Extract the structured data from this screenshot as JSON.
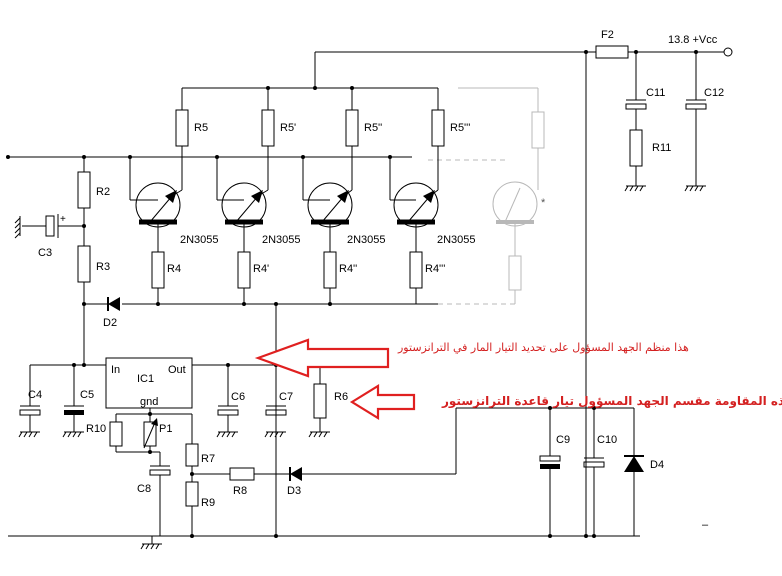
{
  "supply": {
    "label": "13.8 +Vcc",
    "fuse": "F2"
  },
  "transistor_model": "2N3055",
  "transistors": [
    {
      "collector_resistor": "R5",
      "emitter_resistor": "R4",
      "model": "2N3055"
    },
    {
      "collector_resistor": "R5'",
      "emitter_resistor": "R4'",
      "model": "2N3055"
    },
    {
      "collector_resistor": "R5''",
      "emitter_resistor": "R4''",
      "model": "2N3055"
    },
    {
      "collector_resistor": "R5'''",
      "emitter_resistor": "R4'''",
      "model": "2N3055"
    }
  ],
  "ghost_marker": "*",
  "components": {
    "R2": "R2",
    "R3": "R3",
    "C3": "C3",
    "C3_plus": "+",
    "D2": "D2",
    "IC1": "IC1",
    "IC1_in": "In",
    "IC1_out": "Out",
    "IC1_gnd": "gnd",
    "C4": "C4",
    "C5": "C5",
    "C6": "C6",
    "C7": "C7",
    "R6": "R6",
    "R10": "R10",
    "P1": "P1",
    "R7": "R7",
    "R8": "R8",
    "R9": "R9",
    "C8": "C8",
    "D3": "D3",
    "C9": "C9",
    "C10": "C10",
    "D4": "D4",
    "C11": "C11",
    "C12": "C12",
    "R11": "R11",
    "minus": "–"
  },
  "annotations": {
    "regulator_note": "هذا منظم الجهد المسؤول على تحديد التيار المار في الترانزستور",
    "divider_note": "هذه المقاومة مقسم الجهد المسؤول تيار قاعدة الترانزستور"
  },
  "colors": {
    "wire": "#000000",
    "ghost": "#b8b8b8",
    "annotation": "#d42020"
  }
}
